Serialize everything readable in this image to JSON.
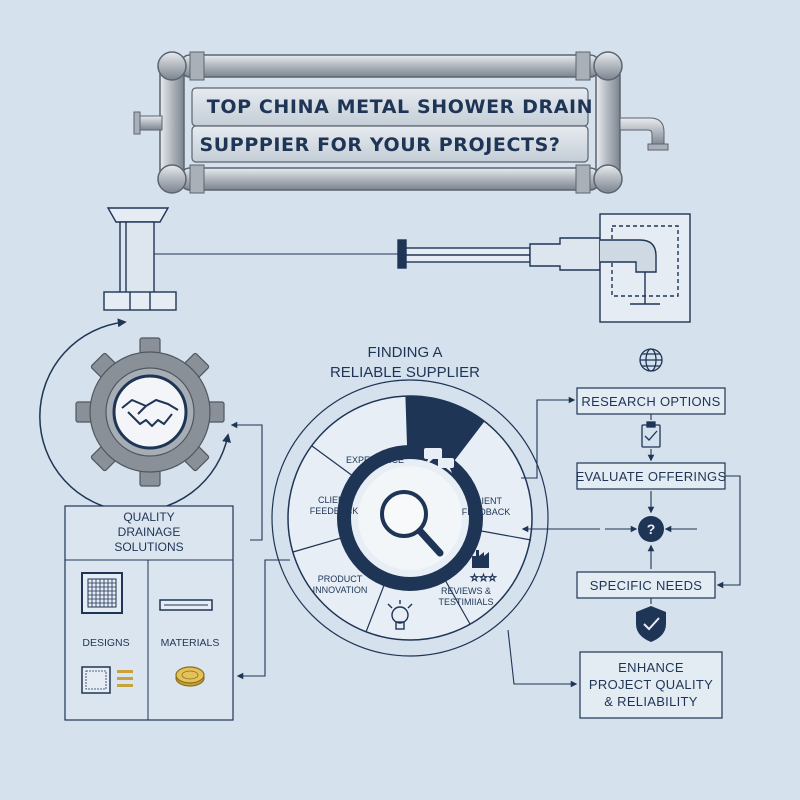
{
  "title": {
    "line1": "TOP CHINA METAL SHOWER DRAIN",
    "line2": "SUPPPIER FOR YOUR PROJECTS?"
  },
  "center": {
    "heading_line1": "FINDING A",
    "heading_line2": "RELIABLE SUPPLIER",
    "segments": {
      "experience": "EXPERIENCE",
      "client_feedback_left_1": "CLIENT",
      "client_feedback_left_2": "FEEDBACK",
      "client_feedback_right_1": "CLIENT",
      "client_feedback_right_2": "FEEDBACK",
      "product_innovation_1": "PRODUCT",
      "product_innovation_2": "INNOVATION",
      "reviews_1": "REVIEWS &",
      "reviews_2": "TESTIMIIALS"
    }
  },
  "left_panel": {
    "heading_line1": "QUALITY",
    "heading_line2": "DRAINAGE",
    "heading_line3": "SOLUTIONS",
    "designs": "DESIGNS",
    "materials": "MATERIALS"
  },
  "flow": {
    "research": "RESEARCH OPTIONS",
    "evaluate": "EVALUATE OFFERINGS",
    "question": "?",
    "specific": "SPECIFIC NEEDS",
    "enhance_line1": "ENHANCE",
    "enhance_line2": "PROJECT QUALITY",
    "enhance_line3": "& RELIABILITY"
  },
  "colors": {
    "background": "#d5e1ec",
    "navy": "#1f3556",
    "gear": "#8a9098",
    "pipe": "#b9bec4"
  },
  "icons": [
    "globe-icon",
    "checklist-icon",
    "question-icon",
    "shield-check-icon",
    "handshake-icon",
    "magnifier-icon",
    "chat-icon",
    "factory-icon",
    "star-rating-icon",
    "lightbulb-icon",
    "drain-grate-icon",
    "linear-drain-icon",
    "coin-icon"
  ]
}
